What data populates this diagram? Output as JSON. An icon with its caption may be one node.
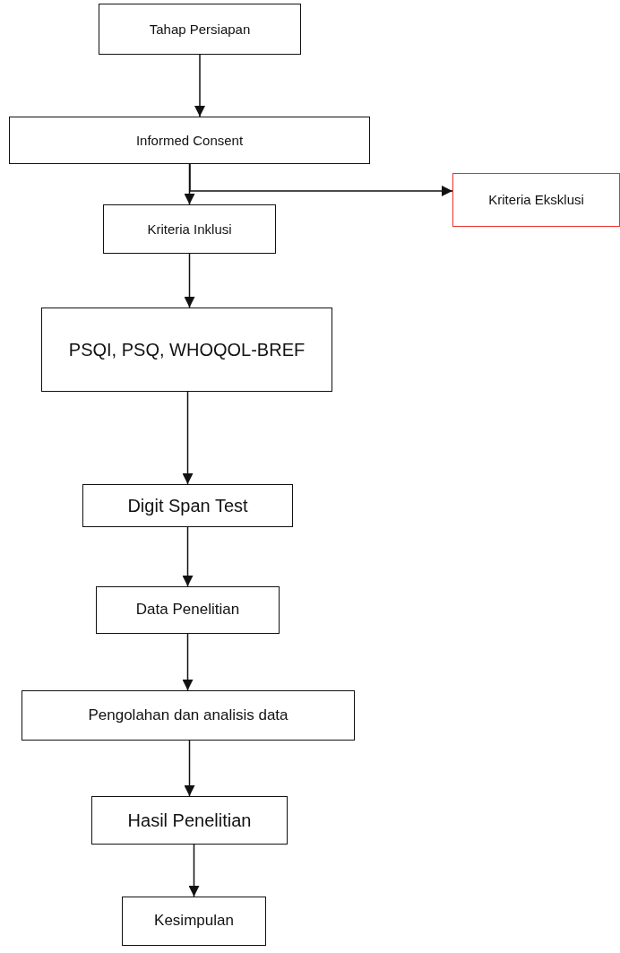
{
  "diagram": {
    "nodes": [
      {
        "text": [
          "Tahap Persiapan"
        ]
      },
      {
        "text": [
          "Informed Consent"
        ]
      },
      {
        "text": [
          "Kriteria Eksklusi"
        ]
      },
      {
        "text": [
          "Kriteria Inklusi"
        ]
      },
      {
        "text": [
          "PSQI, PSQ, WHOQOL-BREF"
        ]
      },
      {
        "text": [
          "Digit Span Test"
        ]
      },
      {
        "text": [
          "Data Penelitian"
        ]
      },
      {
        "text": [
          "Pengolahan dan analisis data"
        ]
      },
      {
        "text": [
          "Hasil Penelitian"
        ]
      },
      {
        "text": [
          "Kesimpulan"
        ]
      }
    ],
    "edges": [
      {
        "from": 0,
        "to": 1,
        "arrow": "to"
      },
      {
        "from": 1,
        "to": 3,
        "arrow": "to"
      },
      {
        "from": 1,
        "to": 2,
        "arrow": "to"
      },
      {
        "from": 3,
        "to": 4,
        "arrow": "to"
      },
      {
        "from": 4,
        "to": 5,
        "arrow": "to"
      },
      {
        "from": 5,
        "to": 6,
        "arrow": "to"
      },
      {
        "from": 6,
        "to": 7,
        "arrow": "to"
      },
      {
        "from": 7,
        "to": 8,
        "arrow": "to"
      },
      {
        "from": 8,
        "to": 9,
        "arrow": "to"
      }
    ]
  }
}
